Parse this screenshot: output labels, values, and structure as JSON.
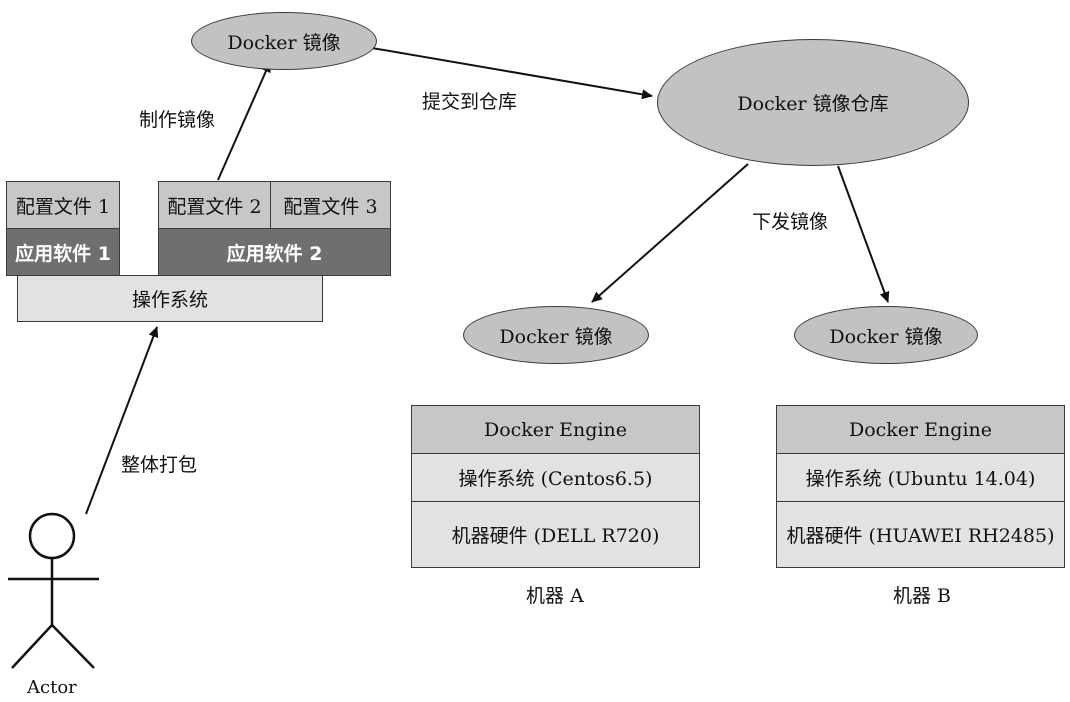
{
  "images": {
    "top": "Docker 镜像",
    "left": "Docker 镜像",
    "right": "Docker 镜像"
  },
  "registry": "Docker 镜像仓库",
  "edges": {
    "make_image": "制作镜像",
    "push": "提交到仓库",
    "distribute": "下发镜像",
    "package": "整体打包"
  },
  "package_stack": {
    "config1": "配置文件 1",
    "config2": "配置文件 2",
    "config3": "配置文件 3",
    "app1": "应用软件 1",
    "app2": "应用软件 2",
    "os": "操作系统"
  },
  "machine_a": {
    "engine": "Docker Engine",
    "os": "操作系统 (Centos6.5)",
    "hardware": "机器硬件 (DELL R720)",
    "caption": "机器 A"
  },
  "machine_b": {
    "engine": "Docker Engine",
    "os": "操作系统 (Ubuntu 14.04)",
    "hardware": "机器硬件 (HUAWEI RH2485)",
    "caption": "机器 B"
  },
  "actor": "Actor"
}
